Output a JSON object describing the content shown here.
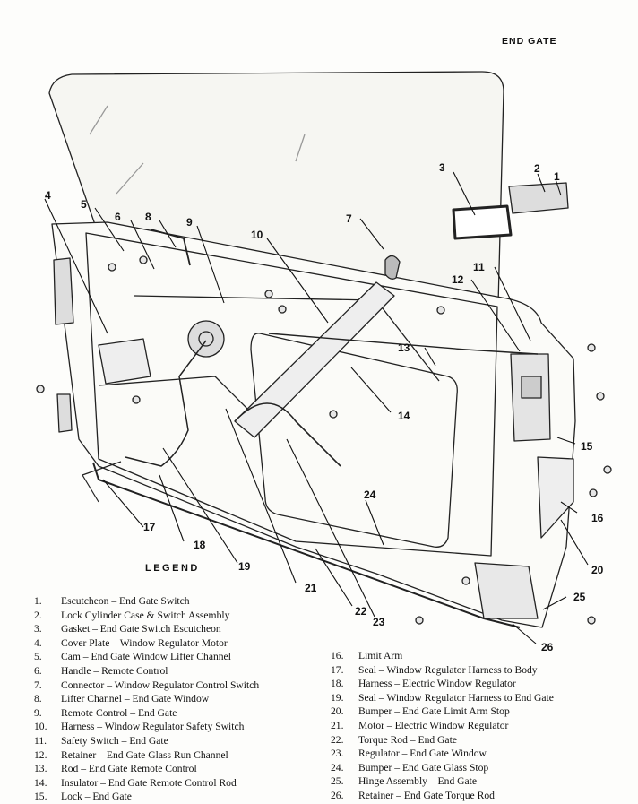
{
  "header": {
    "title": "END GATE"
  },
  "legend": {
    "title": "LEGEND",
    "items": [
      {
        "num": "1.",
        "text": "Escutcheon – End Gate Switch"
      },
      {
        "num": "2.",
        "text": "Lock Cylinder Case & Switch Assembly"
      },
      {
        "num": "3.",
        "text": "Gasket – End Gate Switch Escutcheon"
      },
      {
        "num": "4.",
        "text": "Cover Plate – Window Regulator Motor"
      },
      {
        "num": "5.",
        "text": "Cam – End Gate Window Lifter Channel"
      },
      {
        "num": "6.",
        "text": "Handle – Remote Control"
      },
      {
        "num": "7.",
        "text": "Connector – Window Regulator Control Switch"
      },
      {
        "num": "8.",
        "text": "Lifter Channel – End Gate Window"
      },
      {
        "num": "9.",
        "text": "Remote Control – End Gate"
      },
      {
        "num": "10.",
        "text": "Harness – Window Regulator Safety Switch"
      },
      {
        "num": "11.",
        "text": "Safety Switch – End Gate"
      },
      {
        "num": "12.",
        "text": "Retainer – End Gate Glass Run Channel"
      },
      {
        "num": "13.",
        "text": "Rod – End Gate Remote Control"
      },
      {
        "num": "14.",
        "text": "Insulator – End Gate Remote Control Rod"
      },
      {
        "num": "15.",
        "text": "Lock – End Gate"
      },
      {
        "num": "16.",
        "text": "Limit Arm"
      },
      {
        "num": "17.",
        "text": "Seal – Window Regulator Harness to Body"
      },
      {
        "num": "18.",
        "text": "Harness – Electric Window Regulator"
      },
      {
        "num": "19.",
        "text": "Seal – Window Regulator Harness to End Gate"
      },
      {
        "num": "20.",
        "text": "Bumper – End Gate Limit Arm Stop"
      },
      {
        "num": "21.",
        "text": "Motor – Electric Window Regulator"
      },
      {
        "num": "22.",
        "text": "Torque Rod – End Gate"
      },
      {
        "num": "23.",
        "text": "Regulator – End Gate Window"
      },
      {
        "num": "24.",
        "text": "Bumper – End Gate Glass Stop"
      },
      {
        "num": "25.",
        "text": "Hinge Assembly – End Gate"
      },
      {
        "num": "26.",
        "text": "Retainer – End Gate Torque Rod"
      }
    ]
  },
  "callouts": [
    "1",
    "2",
    "3",
    "4",
    "5",
    "6",
    "7",
    "8",
    "9",
    "10",
    "11",
    "12",
    "13",
    "14",
    "15",
    "16",
    "17",
    "18",
    "19",
    "20",
    "21",
    "22",
    "23",
    "24",
    "25",
    "26"
  ]
}
